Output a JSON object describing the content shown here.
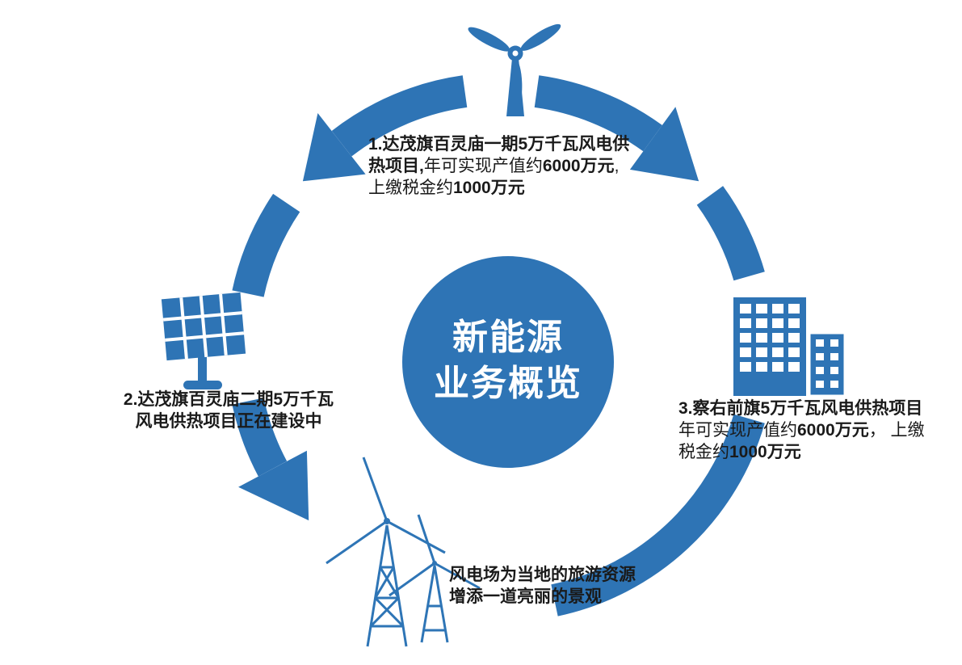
{
  "colors": {
    "primary_blue": "#2E74B5",
    "outline_blue": "#2E75B6",
    "text": "#1A1A1A",
    "title_text": "#FFFFFF",
    "background": "#FFFFFF"
  },
  "center": {
    "line1": "新能源",
    "line2": "业务概览"
  },
  "icons": {
    "top": "wind-turbine-icon",
    "left": "solar-panel-icon",
    "right": "buildings-icon",
    "bottom": "wind-farm-outline-icon"
  },
  "notes": {
    "note1": {
      "lines": [
        [
          {
            "t": "1.达茂旗百灵庙一期5万千瓦风电供",
            "b": true
          }
        ],
        [
          {
            "t": "热项目,",
            "b": true
          },
          {
            "t": "年可实现产值约",
            "b": false
          },
          {
            "t": "6000万元",
            "b": true
          },
          {
            "t": ",",
            "b": false
          }
        ],
        [
          {
            "t": "上缴税金约",
            "b": false
          },
          {
            "t": "1000万元",
            "b": true
          }
        ]
      ]
    },
    "note2": {
      "lines": [
        "2.达茂旗百灵庙二期5万千瓦",
        "风电供热项目正在建设中"
      ]
    },
    "note3": {
      "lines": [
        [
          {
            "t": "3.察右前旗5万千瓦风电供热项目",
            "b": true
          }
        ],
        [
          {
            "t": "年可实现产值约",
            "b": false
          },
          {
            "t": "6000万元",
            "b": true
          },
          {
            "t": "， 上缴",
            "b": false
          }
        ],
        [
          {
            "t": "税金约",
            "b": false
          },
          {
            "t": "1000万元",
            "b": true
          }
        ]
      ]
    },
    "note4": {
      "lines": [
        "风电场为当地的旅游资源",
        "增添一道亮丽的景观"
      ]
    }
  }
}
